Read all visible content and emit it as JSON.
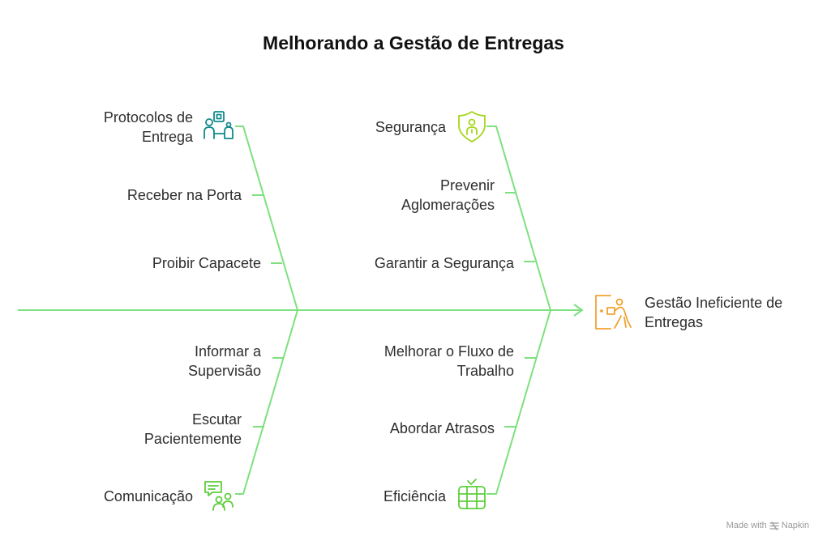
{
  "title": "Melhorando a Gestão de Entregas",
  "effect": {
    "line1": "Gestão Ineficiente de",
    "line2": "Entregas",
    "icon": "delivery-person-icon"
  },
  "categories": {
    "protocolos": {
      "line1": "Protocolos de",
      "line2": "Entrega",
      "icon": "reception-desk-icon",
      "causes": [
        {
          "text": "Receber na Porta"
        },
        {
          "text": "Proibir Capacete"
        }
      ]
    },
    "seguranca": {
      "label": "Segurança",
      "icon": "shield-person-icon",
      "causes": [
        {
          "line1": "Prevenir",
          "line2": "Aglomerações"
        },
        {
          "text": "Garantir a Segurança"
        }
      ]
    },
    "comunicacao": {
      "label": "Comunicação",
      "icon": "chat-people-icon",
      "causes": [
        {
          "line1": "Informar a",
          "line2": "Supervisão"
        },
        {
          "line1": "Escutar",
          "line2": "Pacientemente"
        }
      ]
    },
    "eficiencia": {
      "label": "Eficiência",
      "icon": "server-check-icon",
      "causes": [
        {
          "line1": "Melhorar o Fluxo de",
          "line2": "Trabalho"
        },
        {
          "text": "Abordar Atrasos"
        }
      ]
    }
  },
  "footer": {
    "made_with": "Made with",
    "brand": "Napkin"
  },
  "colors": {
    "bone": "#7ee07e",
    "teal": "#0f8a8a",
    "lime": "#a6d61c",
    "greenIcon": "#5fce3c",
    "orange": "#f0a330"
  }
}
